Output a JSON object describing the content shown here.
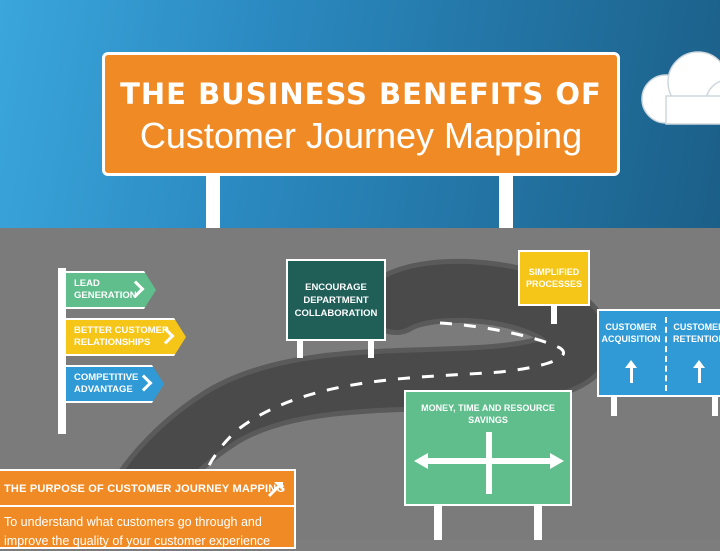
{
  "title": {
    "line1": "THE BUSINESS BENEFITS OF",
    "line2": "Customer Journey Mapping"
  },
  "signs": {
    "lead": "LEAD GENERATION",
    "better": "BETTER CUSTOMER RELATIONSHIPS",
    "competitive": "COMPETITIVE ADVANTAGE",
    "collaboration": "ENCOURAGE DEPARTMENT COLLABORATION",
    "simplified": "SIMPLIFIED PROCESSES",
    "acquisition": "CUSTOMER ACQUISITION",
    "retention": "CUSTOMER RETENTION",
    "savings": "MONEY, TIME AND RESOURCE SAVINGS"
  },
  "purpose": {
    "heading": "THE PURPOSE OF CUSTOMER JOURNEY MAPPING",
    "body_line1": "To understand what customers go through and",
    "body_line2": "improve the quality of your customer experience"
  },
  "colors": {
    "orange": "#f08a24",
    "green": "#5fbe8c",
    "yellow": "#f5c518",
    "blue": "#2f9ad6",
    "dark_green": "#1f5f58",
    "road": "#555555",
    "ground": "#7b7b7b"
  },
  "icons": [
    "cloud-icon",
    "chevron-right-icon",
    "up-arrow-icon",
    "crossroad-arrow-icon",
    "diagonal-arrow-icon"
  ]
}
